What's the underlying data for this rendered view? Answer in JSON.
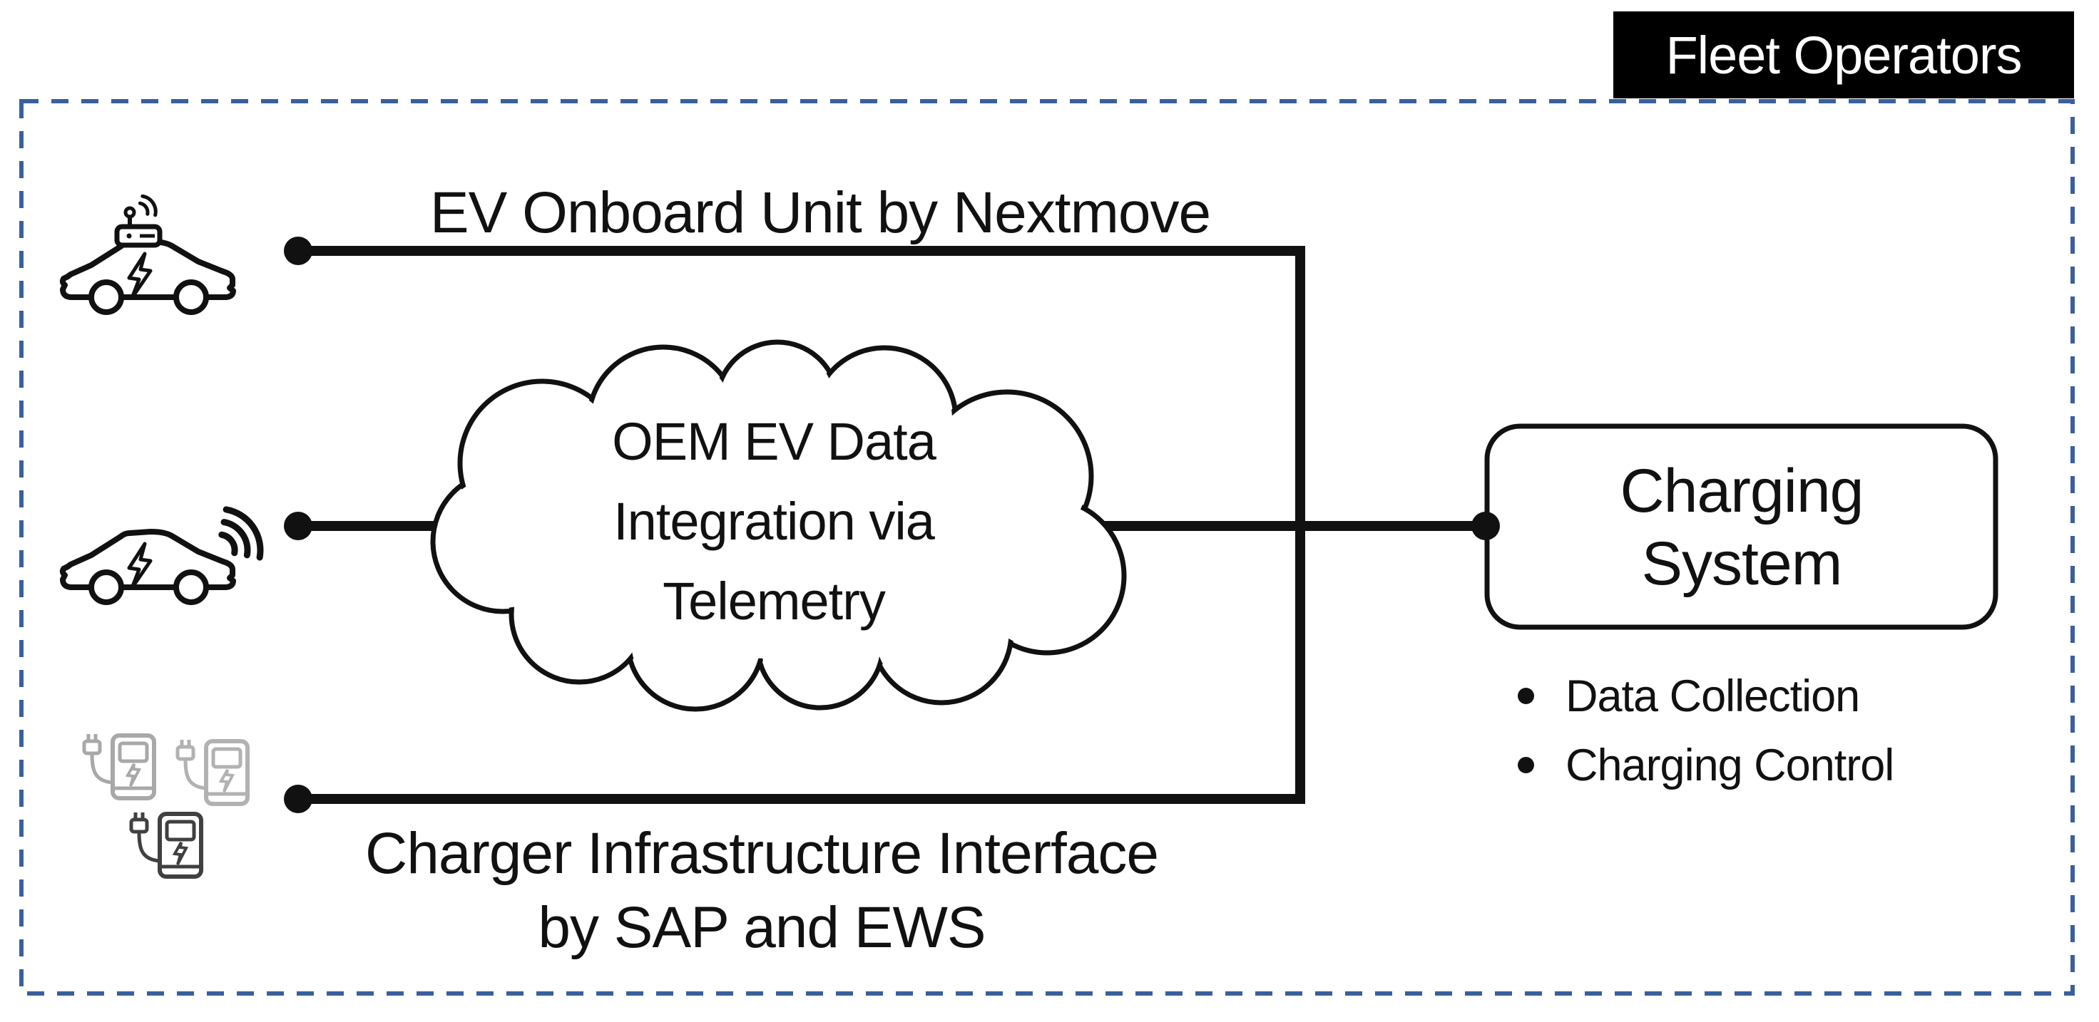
{
  "page": {
    "background": "#ffffff"
  },
  "colors": {
    "boundary_blue": "#3A5F9C",
    "line_black": "#111111",
    "charger_gray_light": "#A8A8A8",
    "charger_gray_dark": "#404040",
    "fleet_box_bg": "#000000",
    "fleet_box_text": "#ffffff"
  },
  "fleet_operators": {
    "label": "Fleet Operators"
  },
  "labels": {
    "ev_onboard": "EV Onboard Unit by Nextmove",
    "charger_infra_line1": "Charger Infrastructure Interface",
    "charger_infra_line2": "by SAP and EWS"
  },
  "cloud": {
    "line1": "OEM EV Data",
    "line2": "Integration via",
    "line3": "Telemetry"
  },
  "charging_system": {
    "title_line1": "Charging",
    "title_line2": "System",
    "bullets": [
      "Data Collection",
      "Charging Control"
    ]
  },
  "icons": {
    "ev_car_onboard": "ev-car-with-onboard-unit-and-antenna",
    "ev_car_telemetry": "ev-car-with-wifi-signal",
    "charger_group": "three-ev-charging-stations-with-plugs",
    "connector_dots": "black-endpoint-dots",
    "cloud": "cloud-outline-shape"
  }
}
